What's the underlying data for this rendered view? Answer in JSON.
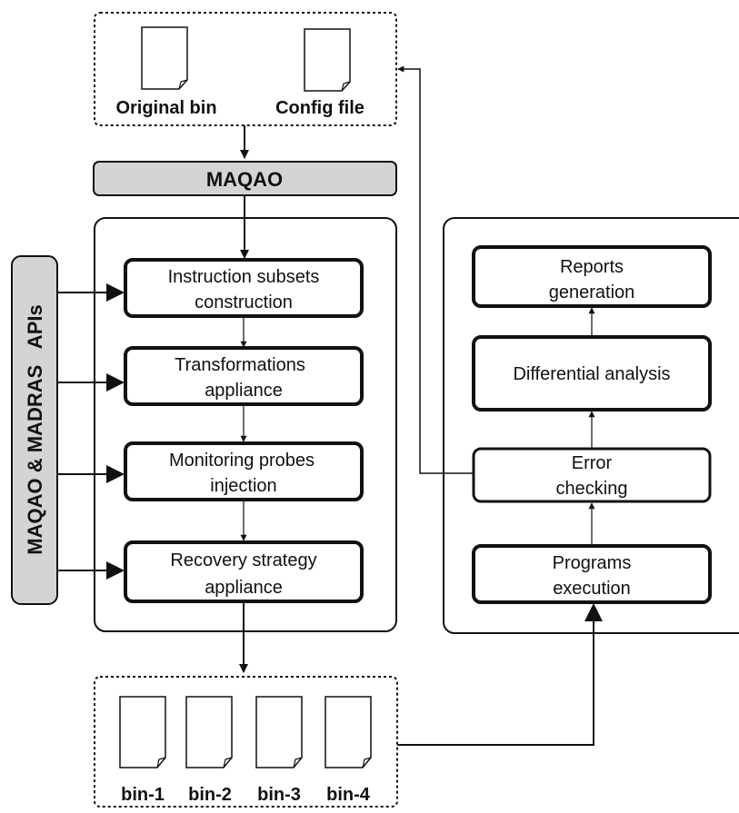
{
  "inputs": {
    "original_bin": "Original bin",
    "config_file": "Config file"
  },
  "maqao_bar": "MAQAO",
  "apis_bar": "MAQAO & MADRAS   APIs",
  "steps": [
    [
      "Instruction subsets",
      "construction"
    ],
    [
      "Transformations",
      "appliance"
    ],
    [
      "Monitoring probes",
      "injection"
    ],
    [
      "Recovery strategy",
      "appliance"
    ]
  ],
  "right_steps": {
    "reports": [
      "Reports",
      "generation"
    ],
    "differential": "Differential analysis",
    "error": [
      "Error",
      "checking"
    ],
    "programs": [
      "Programs",
      "execution"
    ]
  },
  "outputs": [
    "bin-1",
    "bin-2",
    "bin-3",
    "bin-4"
  ],
  "colors": {
    "bar_fill": "#d4d4d4",
    "stroke": "#111111"
  }
}
